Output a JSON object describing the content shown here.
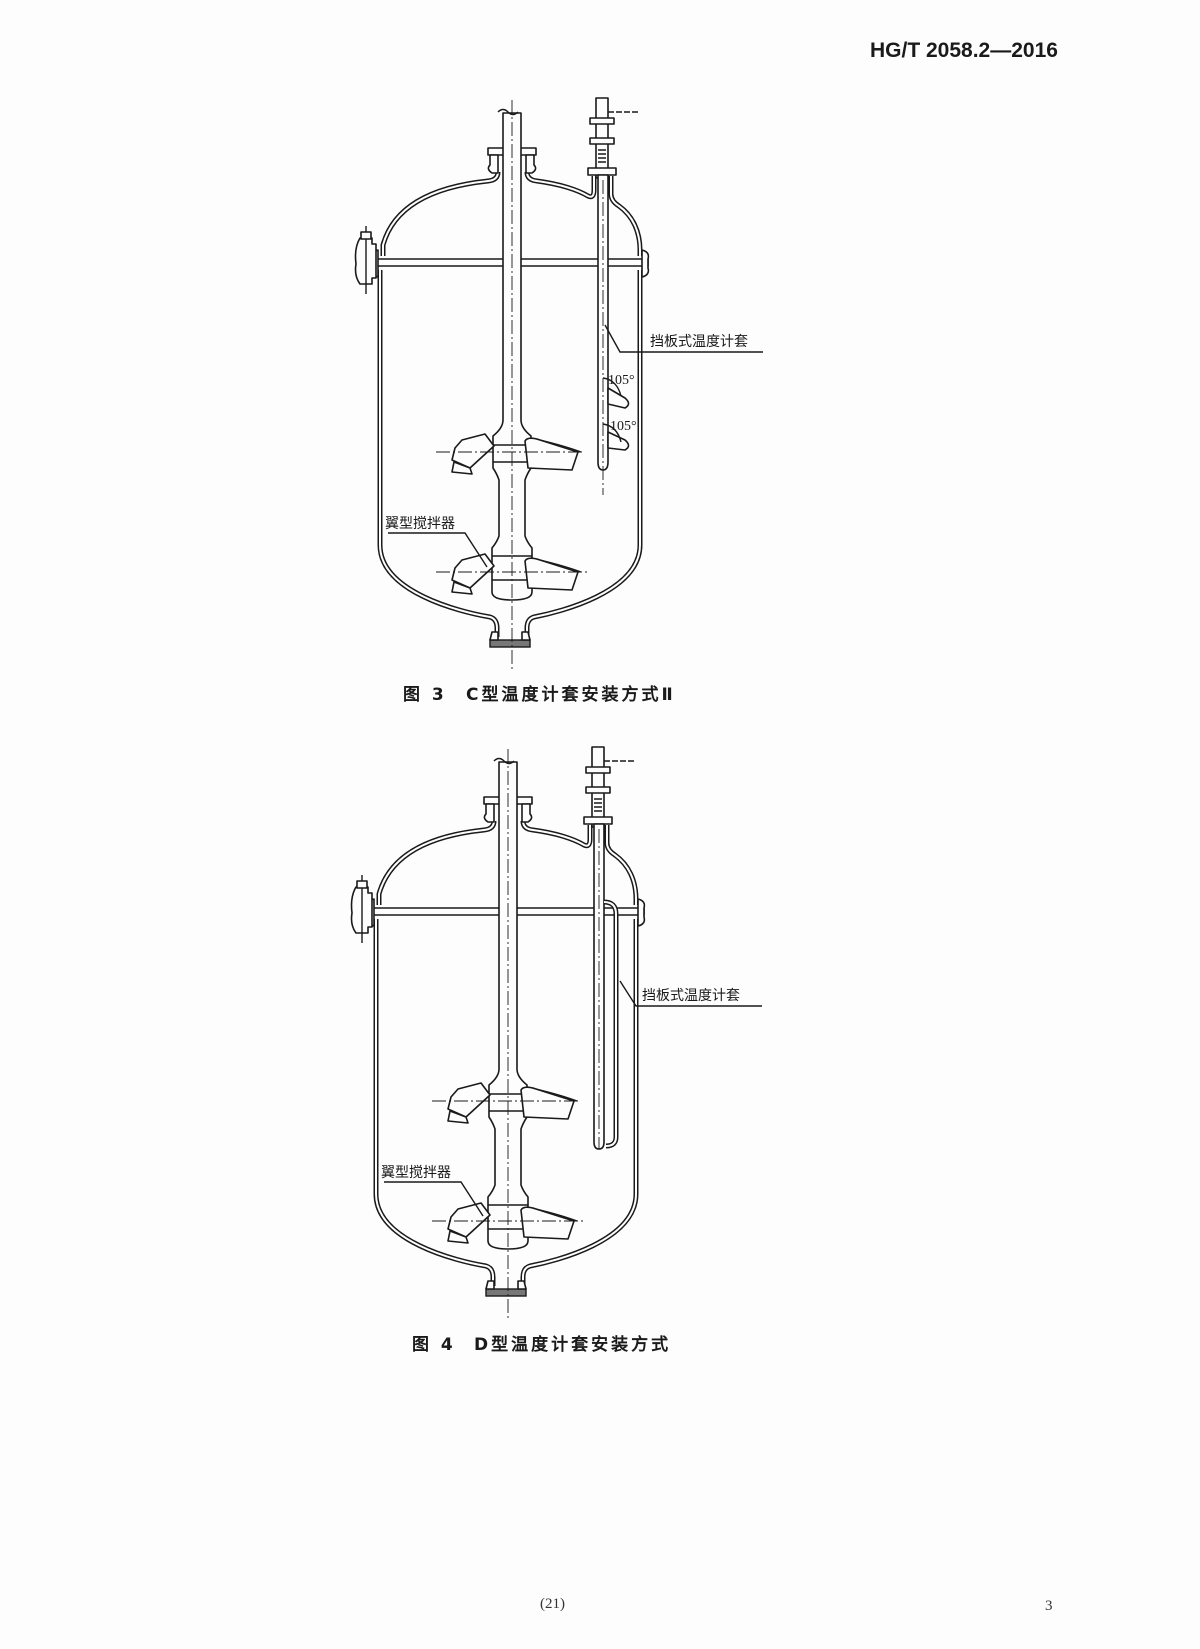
{
  "header": {
    "standard_code": "HG/T 2058.2—2016"
  },
  "figures": [
    {
      "label_thermowell": "挡板式温度计套",
      "angle_upper": "105°",
      "angle_lower": "105°",
      "label_agitator": "翼型搅拌器",
      "caption_number": "图 3",
      "caption_title": "C型温度计套安装方式Ⅱ"
    },
    {
      "label_thermowell": "挡板式温度计套",
      "label_agitator": "翼型搅拌器",
      "caption_number": "图 4",
      "caption_title": "D型温度计套安装方式"
    }
  ],
  "footer": {
    "page_serial": "(21)",
    "page_number": "3"
  }
}
